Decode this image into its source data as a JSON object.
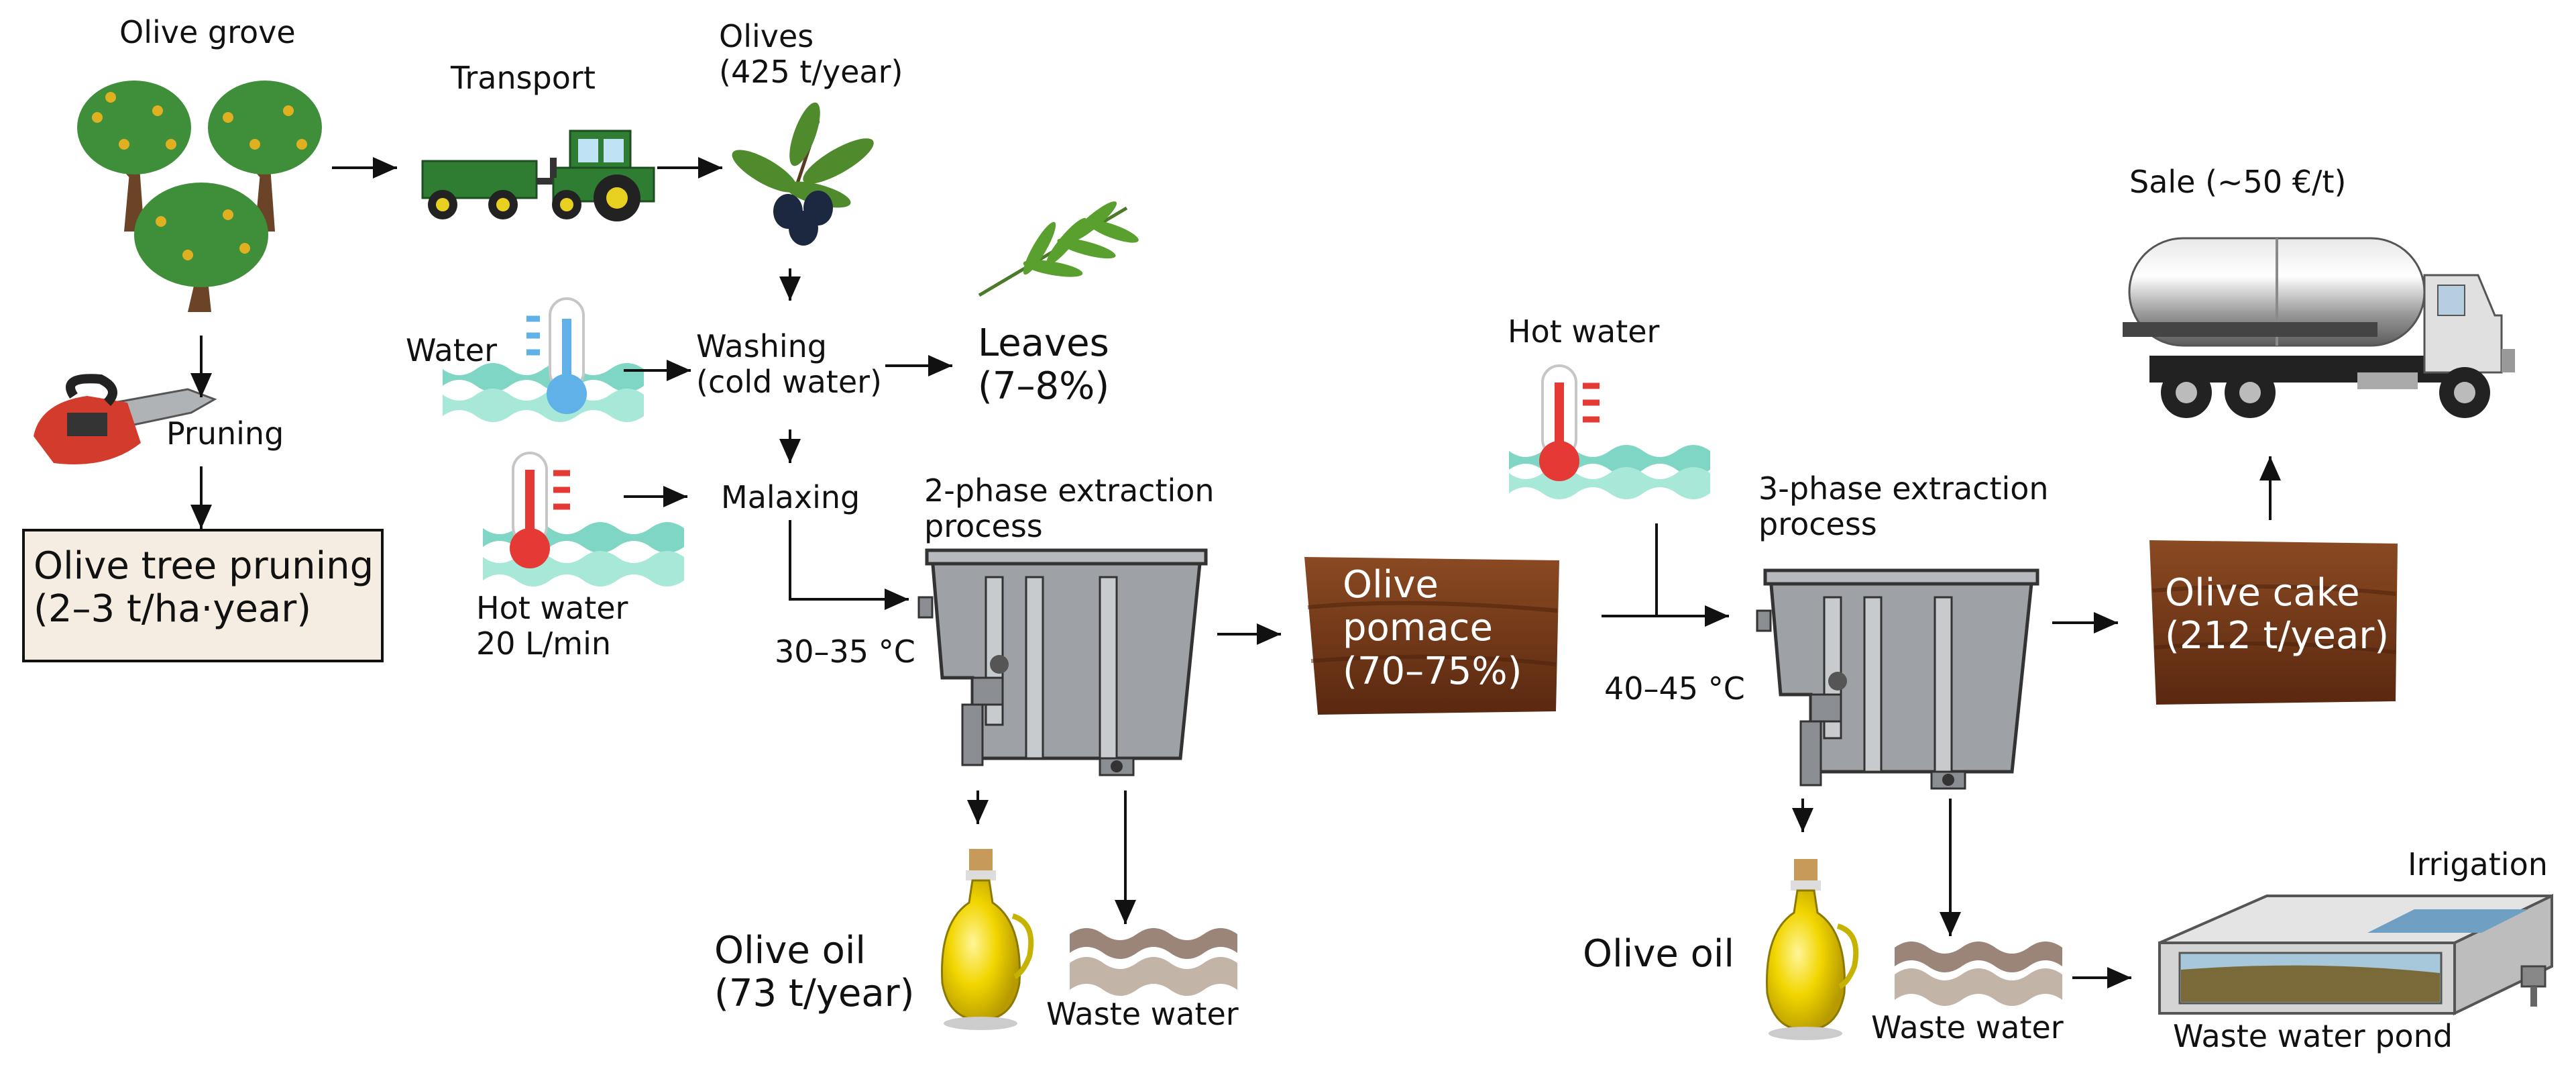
{
  "labels": {
    "olive_grove": "Olive grove",
    "transport": "Transport",
    "olives": "Olives\n(425 t/year)",
    "pruning": "Pruning",
    "olive_tree_pruning": "Olive tree pruning\n(2–3 t/ha·year)",
    "water": "Water",
    "washing": "Washing\n(cold water)",
    "leaves": "Leaves\n(7–8%)",
    "hot_water_flow": "Hot water\n20 L/min",
    "malaxing": "Malaxing",
    "temp_2phase": "30–35 °C",
    "extraction_2phase": "2-phase extraction\nprocess",
    "olive_pomace": "Olive\npomace\n(70–75%)",
    "olive_oil_2phase": "Olive oil\n(73 t/year)",
    "waste_water_2phase": "Waste water",
    "hot_water_3phase": "Hot water",
    "extraction_3phase": "3-phase extraction\nprocess",
    "temp_3phase": "40–45 °C",
    "olive_cake": "Olive cake\n(212 t/year)",
    "sale": "Sale (~50 €/t)",
    "olive_oil_3phase": "Olive oil",
    "waste_water_3phase": "Waste water",
    "irrigation": "Irrigation",
    "waste_water_pond": "Waste water pond"
  },
  "colors": {
    "tree_foliage": "#3f8f3a",
    "tree_trunk": "#6b4427",
    "tractor_green": "#2f7d32",
    "water_teal": "#7fd6c4",
    "thermo_cold": "#5fb1e8",
    "thermo_hot": "#e53935",
    "soil_brown": "#7a3b1c",
    "oil_yellow": "#f0d000",
    "steel_grey": "#9ea2a6",
    "box_fill": "#f5ede1"
  },
  "icons": [
    "olive-tree-icon",
    "tractor-icon",
    "olive-branch-icon",
    "chainsaw-icon",
    "thermometer-cold-icon",
    "thermometer-hot-icon",
    "leaf-branch-icon",
    "decanter-icon",
    "pomace-block-icon",
    "oil-bottle-icon",
    "waste-water-icon",
    "tanker-truck-icon",
    "olive-cake-block-icon",
    "pond-icon"
  ]
}
